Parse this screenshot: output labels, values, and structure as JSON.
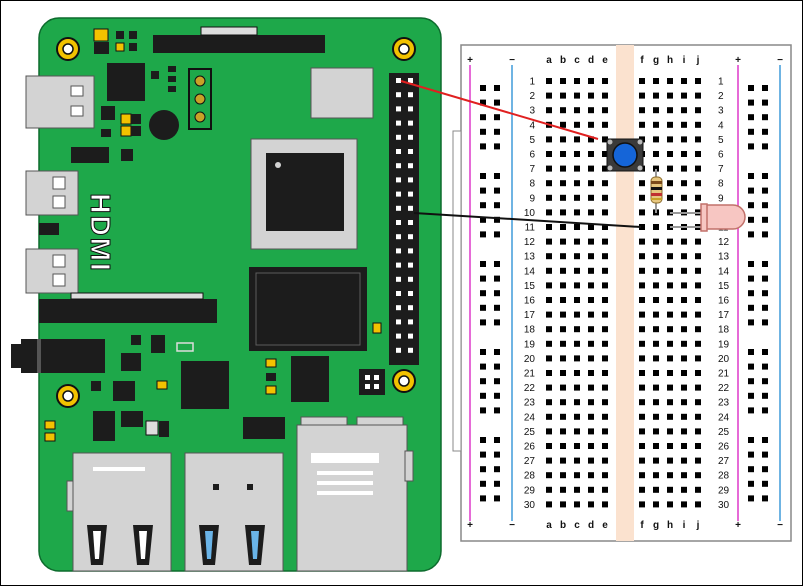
{
  "board": {
    "name": "Raspberry Pi 4",
    "hdmi_text": "HDMI",
    "colors": {
      "pcb": "#1ea84a",
      "pcb_dark": "#138a3b",
      "chip": "#1c1c1c",
      "metal": "#d3d3d3",
      "gold": "#c9a227"
    }
  },
  "breadboard": {
    "columns_left": [
      "a",
      "b",
      "c",
      "d",
      "e"
    ],
    "columns_right": [
      "f",
      "g",
      "h",
      "i",
      "j"
    ],
    "rows": [
      "1",
      "2",
      "3",
      "4",
      "5",
      "6",
      "7",
      "8",
      "9",
      "10",
      "11",
      "12",
      "13",
      "14",
      "15",
      "16",
      "17",
      "18",
      "19",
      "20",
      "21",
      "22",
      "23",
      "24",
      "25",
      "26",
      "27",
      "28",
      "29",
      "30"
    ],
    "plus": "+",
    "minus": "−",
    "colors": {
      "body": "#ffffff",
      "hole": "#000000",
      "pos_rail": "#e66ad7",
      "neg_rail": "#6fb4e3",
      "center": "#fbe2cf"
    }
  },
  "components": {
    "button": {
      "name": "Push button",
      "color": "#1565d8"
    },
    "resistor": {
      "name": "Resistor",
      "color": "#e7c77f"
    },
    "led": {
      "name": "LED",
      "color": "#f7c6c2"
    }
  },
  "wires": [
    {
      "name": "red-wire",
      "color": "#e02020"
    },
    {
      "name": "black-wire",
      "color": "#111111"
    }
  ]
}
